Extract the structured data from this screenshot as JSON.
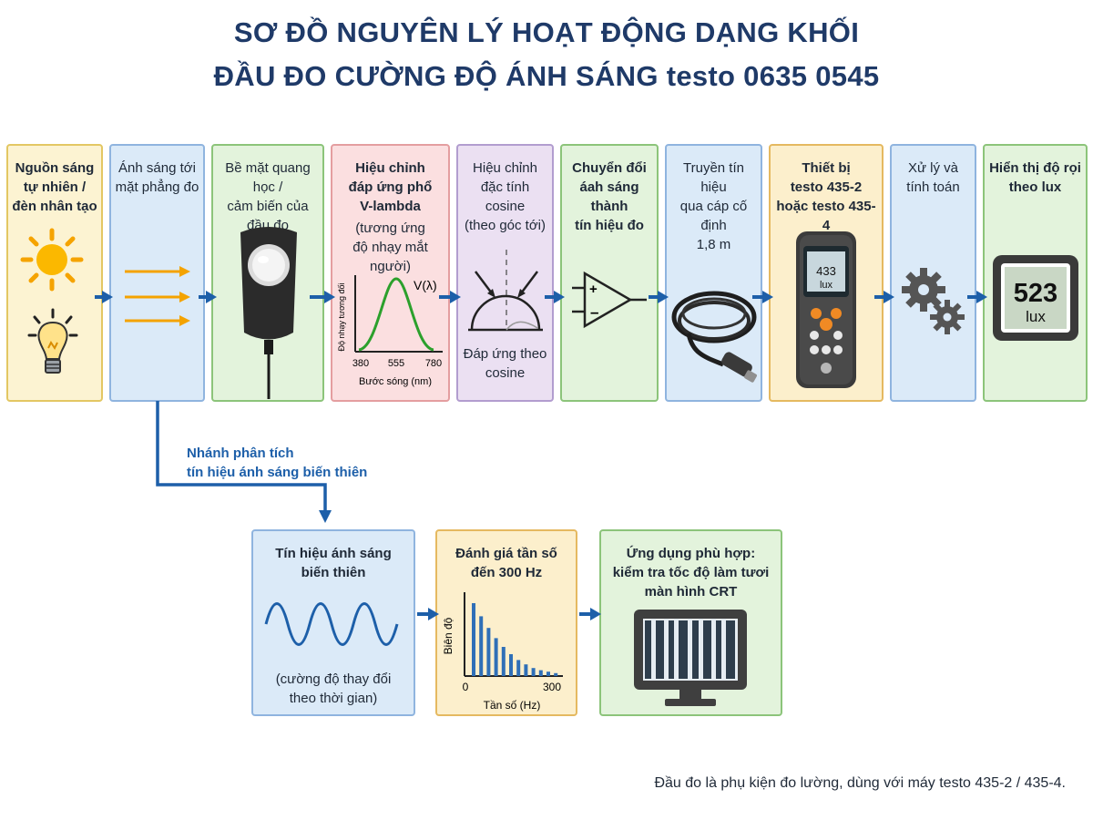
{
  "title": {
    "line1": "SƠ ĐỒ NGUYÊN LÝ HOẠT ĐỘNG DẠNG KHỐI",
    "line2": "ĐẦU ĐO CƯỜNG ĐỘ ÁNH SÁNG testo 0635 0545"
  },
  "blocks": [
    {
      "label": "Nguồn sáng\ntự nhiên /\nđèn nhân tạo"
    },
    {
      "label": "Ánh sáng tới\nmặt phẳng đo"
    },
    {
      "label": "Bề mặt quang học /\ncảm biến của\nđầu đo"
    },
    {
      "label": "Hiệu chỉnh\nđáp ứng phổ\nV-lambda",
      "sub": "(tương ứng\nđộ nhạy mắt người)"
    },
    {
      "label": "Hiệu chỉnh\nđặc tính cosine\n(theo góc tới)"
    },
    {
      "label": "Chuyển đổi\náah sáng thành\ntín hiệu đo"
    },
    {
      "label": "Truyền tín hiệu\nqua cáp cố định\n1,8 m"
    },
    {
      "label": "Thiết bị\ntesto 435-2\nhoặc testo 435-4"
    },
    {
      "label": "Xử lý và\ntính toán"
    },
    {
      "label": "Hiển thị độ rọi\ntheo lux"
    }
  ],
  "vlambda_chart": {
    "curve_label": "V(λ)",
    "ylabel": "Độ nhạy tương đối",
    "xlabel": "Bước sóng (nm)",
    "ticks": [
      "380",
      "555",
      "780"
    ]
  },
  "cosine": {
    "caption": "Đáp ứng theo\ncosine"
  },
  "meter": {
    "value": "433",
    "unit": "lux"
  },
  "display": {
    "value": "523",
    "unit": "lux"
  },
  "branch": {
    "label": "Nhánh phân tích\ntín hiệu ánh sáng biến thiên"
  },
  "lower_blocks": [
    {
      "label": "Tín hiệu ánh sáng\nbiến thiên",
      "sub": "(cường độ thay đổi\ntheo thời gian)"
    },
    {
      "label": "Đánh giá tần số\nđến 300 Hz"
    },
    {
      "label": "Ứng dụng phù hợp:\nkiểm tra tốc độ làm tươi\nmàn hình CRT"
    }
  ],
  "freq_chart": {
    "ylabel": "Biên độ",
    "xlabel": "Tần số (Hz)",
    "ticks": [
      "0",
      "300"
    ],
    "values": [
      1.0,
      0.82,
      0.66,
      0.52,
      0.4,
      0.3,
      0.22,
      0.16,
      0.11,
      0.08,
      0.06,
      0.04
    ]
  },
  "footnote": "Đầu đo là phụ kiện đo lường, dùng với máy testo 435-2 / 435-4.",
  "colors": {
    "title": "#1f3a68",
    "arrow": "#1d5fa9",
    "accent_green": "#2ca02c"
  }
}
